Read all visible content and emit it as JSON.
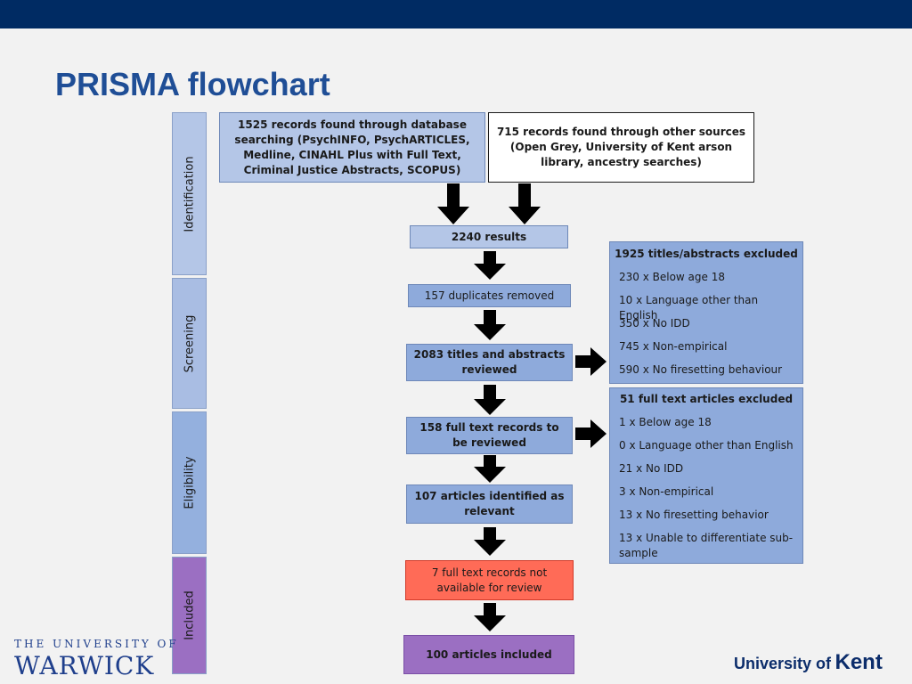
{
  "title": "PRISMA flowchart",
  "stages": {
    "identification": "Identification",
    "screening": "Screening",
    "eligibility": "Eligibility",
    "included": "Included"
  },
  "boxes": {
    "database_records": "1525 records found through database searching (PsychINFO, PsychARTICLES, Medline, CINAHL Plus with Full Text, Criminal Justice Abstracts, SCOPUS)",
    "other_sources": "715 records found through other sources (Open Grey, University of Kent arson library, ancestry searches)",
    "results": "2240 results",
    "duplicates": "157 duplicates removed",
    "titles_reviewed": "2083 titles and abstracts reviewed",
    "full_text_reviewed": "158 full text records to be reviewed",
    "relevant": "107 articles identified as relevant",
    "not_available": "7 full text records not available for review",
    "included": "100 articles included"
  },
  "exclusions_titles": {
    "header": "1925 titles/abstracts excluded",
    "items": [
      "230 x Below age 18",
      "10 x Language other than English",
      "350 x No IDD",
      "745 x Non-empirical",
      "590 x No firesetting behaviour"
    ]
  },
  "exclusions_fulltext": {
    "header": "51 full text articles excluded",
    "items": [
      "1 x Below age 18",
      "0 x Language other than English",
      "21 x No IDD",
      "3 x Non-empirical",
      "13 x No firesetting behavior",
      "13 x Unable to differentiate sub-sample"
    ]
  },
  "logos": {
    "warwick_line1": "THE UNIVERSITY OF",
    "warwick_line2": "WARWICK",
    "kent_prefix": "University of",
    "kent_name": "Kent"
  },
  "colors": {
    "header_bar": "#002b63",
    "title": "#1f4e96",
    "light_blue": "#b4c6e7",
    "mid_blue": "#8eaadb",
    "red": "#ff6b57",
    "purple": "#9b6fc2"
  }
}
